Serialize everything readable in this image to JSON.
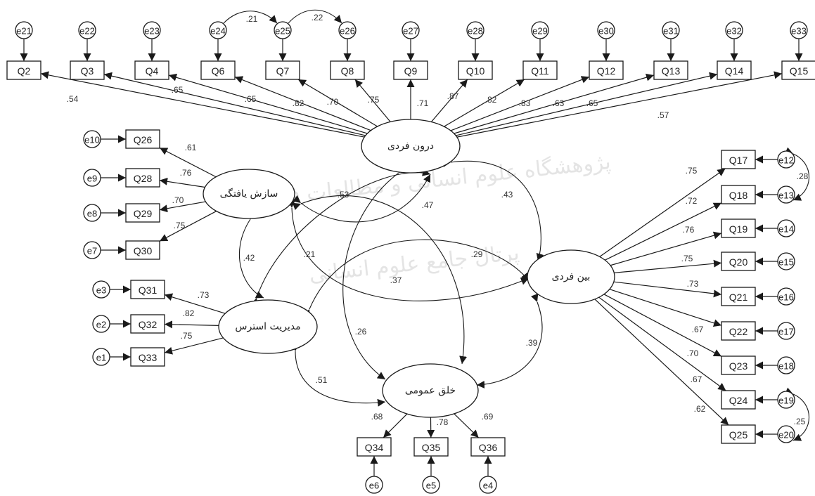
{
  "colors": {
    "ink": "#1a1a1a",
    "watermark": "#c9c9c9"
  },
  "watermark": {
    "line1": "پژوهشگاه علوم انسانی و مطالعات فرهنگی",
    "line2": "پرتال جامع علوم انسانی"
  },
  "latents": {
    "L_darun": "درون فردی",
    "L_sazesh": "سازش یافتگی",
    "L_bein": "بین فردی",
    "L_modir": "مدیریت استرس",
    "L_kholgh": "خلق عمومی"
  },
  "indicators": [
    {
      "id": "Q2",
      "error": "e21",
      "loading": ".54"
    },
    {
      "id": "Q3",
      "error": "e22",
      "loading": ".65"
    },
    {
      "id": "Q4",
      "error": "e23",
      "loading": ".65"
    },
    {
      "id": "Q6",
      "error": "e24",
      "loading": ".82"
    },
    {
      "id": "Q7",
      "error": "e25",
      "loading": ".70"
    },
    {
      "id": "Q8",
      "error": "e26",
      "loading": ".75"
    },
    {
      "id": "Q9",
      "error": "e27",
      "loading": ".71"
    },
    {
      "id": "Q10",
      "error": "e28",
      "loading": ".87"
    },
    {
      "id": "Q11",
      "error": "e29",
      "loading": ".82"
    },
    {
      "id": "Q12",
      "error": "e30",
      "loading": ".83"
    },
    {
      "id": "Q13",
      "error": "e31",
      "loading": ".63"
    },
    {
      "id": "Q14",
      "error": "e32",
      "loading": ".65"
    },
    {
      "id": "Q15",
      "error": "e33",
      "loading": ".57"
    },
    {
      "id": "Q26",
      "error": "e10",
      "loading": ".61"
    },
    {
      "id": "Q28",
      "error": "e9",
      "loading": ".76"
    },
    {
      "id": "Q29",
      "error": "e8",
      "loading": ".70"
    },
    {
      "id": "Q30",
      "error": "e7",
      "loading": ".75"
    },
    {
      "id": "Q31",
      "error": "e3",
      "loading": ".73"
    },
    {
      "id": "Q32",
      "error": "e2",
      "loading": ".82"
    },
    {
      "id": "Q33",
      "error": "e1",
      "loading": ".75"
    },
    {
      "id": "Q34",
      "error": "e6",
      "loading": ".68"
    },
    {
      "id": "Q35",
      "error": "e5",
      "loading": ".78"
    },
    {
      "id": "Q36",
      "error": "e4",
      "loading": ".69"
    },
    {
      "id": "Q17",
      "error": "e12",
      "loading": ".75"
    },
    {
      "id": "Q18",
      "error": "e13",
      "loading": ".72"
    },
    {
      "id": "Q19",
      "error": "e14",
      "loading": ".76"
    },
    {
      "id": "Q20",
      "error": "e15",
      "loading": ".75"
    },
    {
      "id": "Q21",
      "error": "e16",
      "loading": ".73"
    },
    {
      "id": "Q22",
      "error": "e17",
      "loading": ".67"
    },
    {
      "id": "Q23",
      "error": "e18",
      "loading": ".70"
    },
    {
      "id": "Q24",
      "error": "e19",
      "loading": ".67"
    },
    {
      "id": "Q25",
      "error": "e20",
      "loading": ".62"
    }
  ],
  "latent_correlations": [
    {
      "id": "c_sazesh_darun",
      "value": ".53"
    },
    {
      "id": "c_modir_darun",
      "value": ".47"
    },
    {
      "id": "c_darun_bein",
      "value": ".43"
    },
    {
      "id": "c_sazesh_modir",
      "value": ".42"
    },
    {
      "id": "c_sazesh_bein",
      "value": ".21"
    },
    {
      "id": "c_modir_bein",
      "value": ".29"
    },
    {
      "id": "c_sazesh_kholgh",
      "value": ".37"
    },
    {
      "id": "c_darun_kholgh",
      "value": ".26"
    },
    {
      "id": "c_bein_kholgh",
      "value": ".39"
    },
    {
      "id": "c_modir_kholgh",
      "value": ".51"
    }
  ],
  "error_correlations": [
    {
      "id": "ec_e24_e25",
      "value": ".21"
    },
    {
      "id": "ec_e25_e26",
      "value": ".22"
    },
    {
      "id": "ec_e12_e13",
      "value": ".28"
    },
    {
      "id": "ec_e19_e20",
      "value": ".25"
    }
  ]
}
